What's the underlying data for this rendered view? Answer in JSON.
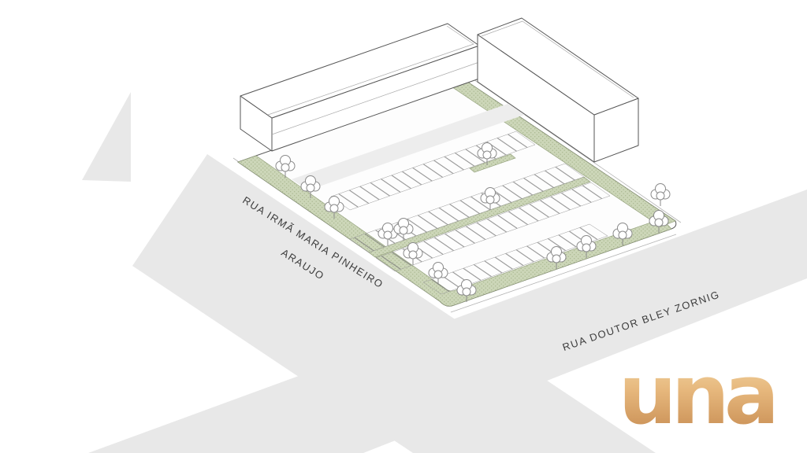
{
  "streets": {
    "irma": {
      "line1": "RUA IRMÃ MARIA PINHEIRO",
      "line2": "ARAUJO"
    },
    "zornig": {
      "label": "RUA DOUTOR BLEY ZORNIG"
    }
  },
  "logo": {
    "text": "una"
  },
  "colors": {
    "road": "#e8e8e8",
    "landscape": "#ccd6b8",
    "landscape_dot": "#a9b78f",
    "building_outline": "#555555",
    "label_text": "#3d3d3d",
    "logo_light": "#f2d3a0",
    "logo_dark": "#c98f55"
  }
}
